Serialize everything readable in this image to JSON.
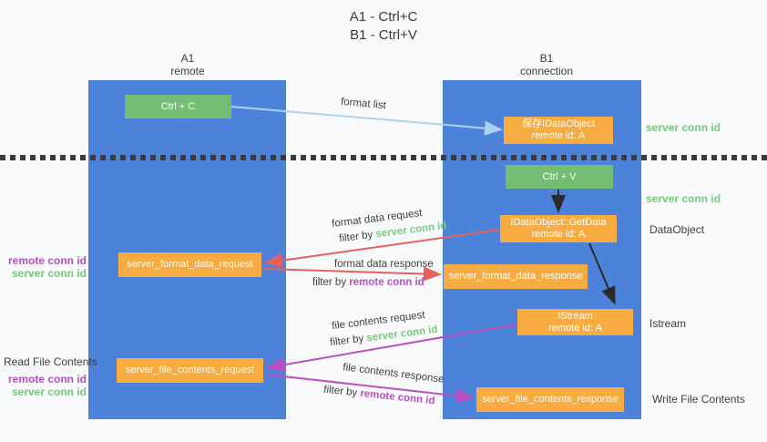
{
  "title": [
    "A1 - Ctrl+C",
    "B1 - Ctrl+V"
  ],
  "lanes": {
    "left": {
      "name": "A1",
      "subtitle": "remote"
    },
    "right": {
      "name": "B1",
      "subtitle": "connection"
    }
  },
  "nodes": {
    "ctrl_c": "Ctrl + C",
    "ctrl_v": "Ctrl + V",
    "save_dataobject": {
      "line1": "保存IDataObject",
      "line2": "remote id: A"
    },
    "getdata": {
      "line1": "IDataObject::GetData",
      "line2": "remote id: A"
    },
    "istream": {
      "line1": "IStream",
      "line2": "remote id: A"
    },
    "format_request": "server_format_data_request",
    "format_response": "server_format_data_response",
    "file_request": "server_file_contents_request",
    "file_response": "server_file_contents_response"
  },
  "edge_labels": {
    "format_list": "format list",
    "format_data_request": "format data request",
    "format_data_response": "format data response",
    "file_contents_request": "file contents request",
    "file_contents_response": "file contents response",
    "filter_by": "filter by",
    "server_conn_id": "server conn id",
    "remote_conn_id": "remote conn id"
  },
  "side_labels": {
    "server_conn_id_top": "server conn id",
    "server_conn_id_mid": "server conn id",
    "dataobject": "DataObject",
    "istream": "Istream",
    "write_file_contents": "Write File Contents",
    "read_file_contents": "Read File Contents",
    "remote_conn_id_mid": "remote conn id",
    "server_conn_id_mid_left": "server conn id",
    "remote_conn_id_bottom": "remote conn id",
    "server_conn_id_bottom": "server conn id"
  },
  "colors": {
    "lane_blue": "#4c82d9",
    "box_green": "#74be74",
    "box_orange": "#f8ab40",
    "arrow_lightblue": "#abd3f0",
    "arrow_red": "#e8605c",
    "arrow_magenta": "#bb4fc0",
    "arrow_black": "#2b2b2b",
    "text_green": "#77c97c",
    "text_magenta": "#b44fc4",
    "text_dark": "#3f3f3f"
  }
}
